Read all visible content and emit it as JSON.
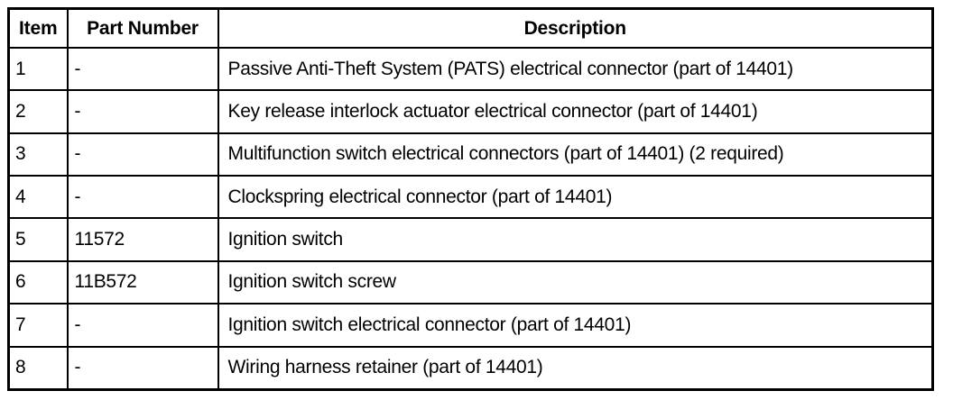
{
  "table": {
    "title": "",
    "columns": [
      {
        "key": "item",
        "label": "Item"
      },
      {
        "key": "part_number",
        "label": "Part Number"
      },
      {
        "key": "description",
        "label": "Description"
      }
    ],
    "rows": [
      {
        "item": "1",
        "part_number": "-",
        "description": "Passive Anti-Theft System (PATS) electrical connector (part of 14401)"
      },
      {
        "item": "2",
        "part_number": "-",
        "description": "Key release interlock actuator electrical connector (part of 14401)"
      },
      {
        "item": "3",
        "part_number": "-",
        "description": "Multifunction switch electrical connectors (part of 14401) (2 required)"
      },
      {
        "item": "4",
        "part_number": "-",
        "description": "Clockspring electrical connector (part of 14401)"
      },
      {
        "item": "5",
        "part_number": "11572",
        "description": "Ignition switch"
      },
      {
        "item": "6",
        "part_number": "11B572",
        "description": "Ignition switch screw"
      },
      {
        "item": "7",
        "part_number": "-",
        "description": "Ignition switch electrical connector (part of 14401)"
      },
      {
        "item": "8",
        "part_number": "-",
        "description": "Wiring harness retainer (part of 14401)"
      }
    ]
  },
  "colors": {
    "background": "#ffffff",
    "text": "#000000",
    "border": "#000000"
  }
}
